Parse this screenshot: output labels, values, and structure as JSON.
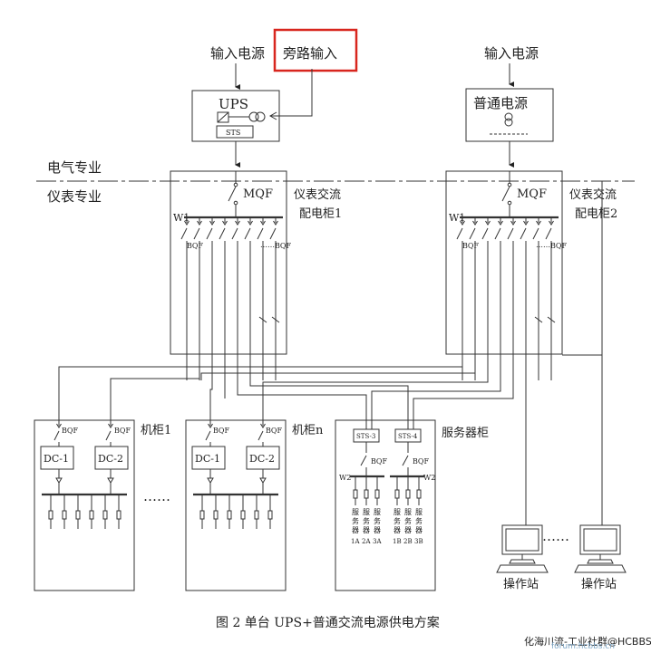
{
  "top": {
    "input_power_left": "输入电源",
    "bypass_input": "旁路输入",
    "input_power_right": "输入电源",
    "highlight_color": "#d8261e"
  },
  "ups": {
    "title": "UPS",
    "sts": "STS"
  },
  "normal_power": {
    "title": "普通电源"
  },
  "divider": {
    "electrical": "电气专业",
    "instrument": "仪表专业"
  },
  "cabinet1": {
    "mqf": "MQF",
    "name_line1": "仪表交流",
    "name_line2": "配电柜1",
    "bus": "W1",
    "bqf_left": "BQF",
    "bqf_right": "BQF",
    "dots": "……"
  },
  "cabinet2": {
    "mqf": "MQF",
    "name_line1": "仪表交流",
    "name_line2": "配电柜2",
    "bus": "W1",
    "bqf_left": "BQF",
    "bqf_right": "BQF",
    "dots": "……"
  },
  "rack1": {
    "name": "机柜1",
    "bqf_left": "BQF",
    "bqf_right": "BQF",
    "dc_left": "DC-1",
    "dc_right": "DC-2"
  },
  "rack_dots": "……",
  "rackn": {
    "name": "机柜n",
    "bqf_left": "BQF",
    "bqf_right": "BQF",
    "dc_left": "DC-1",
    "dc_right": "DC-2"
  },
  "server_cabinet": {
    "name": "服务器柜",
    "sts_left": "STS-3",
    "sts_right": "STS-4",
    "bqf_left": "BQF",
    "bqf_right": "BQF",
    "bus_left": "W2",
    "bus_right": "W2",
    "servers": [
      {
        "chars": [
          "服",
          "务",
          "器"
        ],
        "id": "1A"
      },
      {
        "chars": [
          "服",
          "务",
          "器"
        ],
        "id": "2A"
      },
      {
        "chars": [
          "服",
          "务",
          "器"
        ],
        "id": "3A"
      },
      {
        "chars": [
          "服",
          "务",
          "器"
        ],
        "id": "1B"
      },
      {
        "chars": [
          "服",
          "务",
          "器"
        ],
        "id": "2B"
      },
      {
        "chars": [
          "服",
          "务",
          "器"
        ],
        "id": "3B"
      }
    ]
  },
  "stations": {
    "left": "操作站",
    "right": "操作站",
    "dots": "……"
  },
  "caption": "图 2  单台 UPS+普通交流电源供电方案",
  "watermark": "化海川流-工业社群@HCBBS",
  "watermark_sub": "forum.hcbbs.cn"
}
